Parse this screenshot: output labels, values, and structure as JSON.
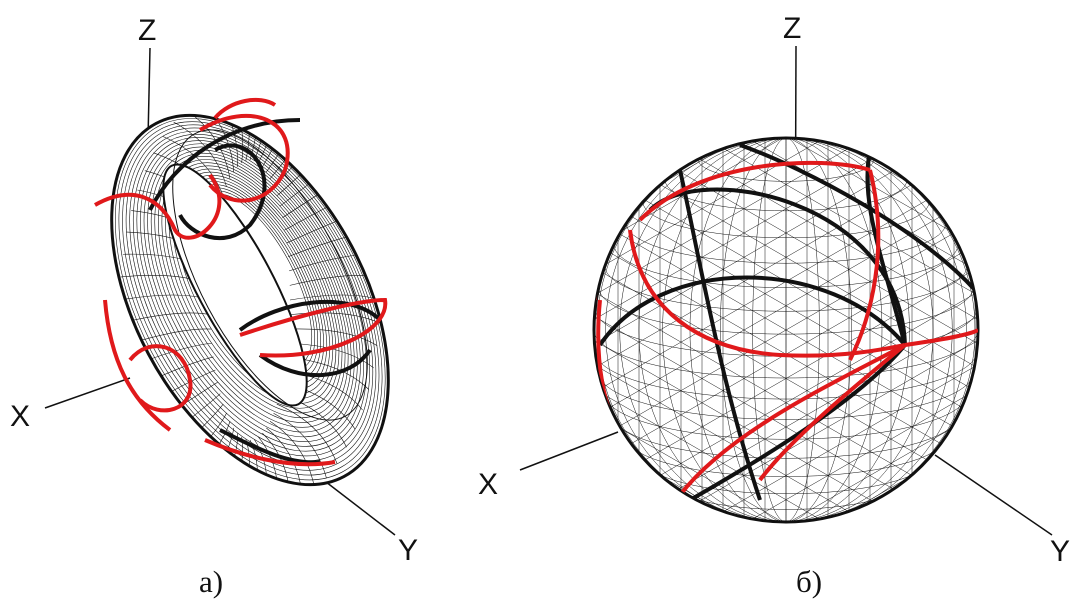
{
  "figures": [
    {
      "caption": "а)",
      "axes": {
        "z": "Z",
        "x": "X",
        "y": "Y"
      },
      "shape": "torus-wireframe"
    },
    {
      "caption": "б)",
      "axes": {
        "z": "Z",
        "x": "X",
        "y": "Y"
      },
      "shape": "sphere-wireframe"
    }
  ],
  "colors": {
    "mesh": "#111111",
    "curve": "#e0191b",
    "background": "#ffffff"
  }
}
